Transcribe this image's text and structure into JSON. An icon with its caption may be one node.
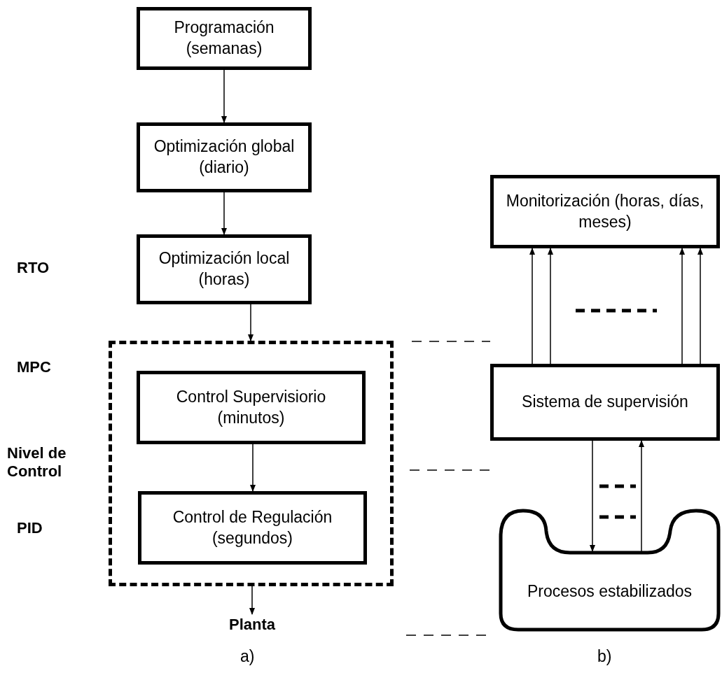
{
  "diagram": {
    "nodes": [
      {
        "text": [
          "Programación (semanas)"
        ]
      },
      {
        "text": [
          "Optimización global (diario)"
        ]
      },
      {
        "text": [
          "Optimización local (horas)"
        ]
      },
      {
        "text": [],
        "shape": "box"
      },
      {
        "text": [
          "Control Supervisiorio (minutos)"
        ],
        "in": 3
      },
      {
        "text": [
          "Control de Regulación (segundos)"
        ],
        "in": 3
      },
      {
        "text": [
          "Planta"
        ]
      },
      {
        "text": [
          "Monitorización (horas, días, meses)"
        ]
      },
      {
        "text": [
          "Sistema de supervisión"
        ]
      },
      {
        "text": [
          "Procesos estabilizados"
        ]
      }
    ],
    "edges": [
      {
        "from": 0,
        "to": 1,
        "arrow": "to"
      },
      {
        "from": 1,
        "to": 2,
        "arrow": "to"
      },
      {
        "from": 2,
        "to": 3,
        "arrow": "to"
      },
      {
        "from": 4,
        "to": 5,
        "arrow": "to"
      },
      {
        "from": 3,
        "to": 6,
        "arrow": "to"
      },
      {
        "from": 8,
        "to": 7,
        "arrow": "to"
      },
      {
        "from": 8,
        "to": 7,
        "arrow": "to"
      },
      {
        "from": 8,
        "to": 7,
        "arrow": "to"
      },
      {
        "from": 8,
        "to": 7,
        "arrow": "to"
      },
      {
        "from": 8,
        "to": 9,
        "arrow": "to"
      },
      {
        "from": 9,
        "to": 8,
        "arrow": "to"
      }
    ],
    "labels": [
      "RTO",
      "MPC",
      "Nivel de Control",
      "PID",
      "a)",
      "b)"
    ]
  }
}
